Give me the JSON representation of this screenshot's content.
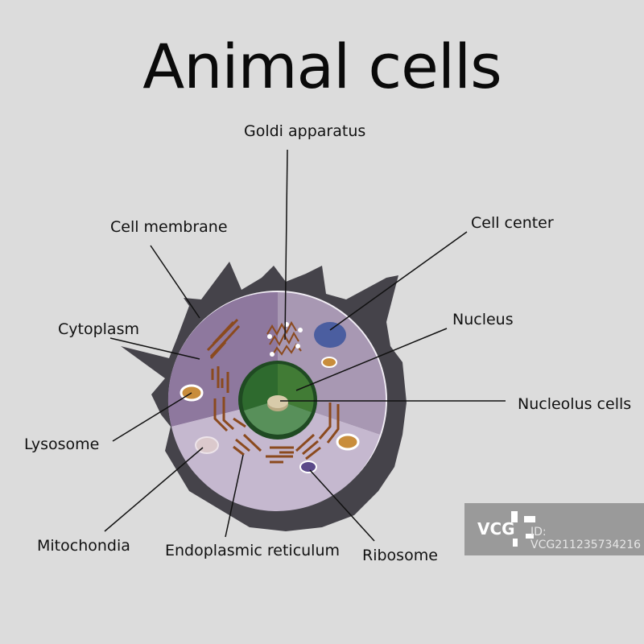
{
  "title": "Animal cells",
  "labels": {
    "golgi": "Goldi apparatus",
    "cell_membrane": "Cell membrane",
    "cell_center": "Cell center",
    "cytoplasm": "Cytoplasm",
    "nucleus": "Nucleus",
    "nucleolus": "Nucleolus cells",
    "lysosome": "Lysosome",
    "mitochondia": "Mitochondia",
    "er": "Endoplasmic reticulum",
    "ribosome": "Ribosome"
  },
  "watermark": {
    "logo": "VCG",
    "id": "ID: VCG211235734216"
  },
  "colors": {
    "membrane": "#45434a",
    "sector_ul": "#8e789e",
    "sector_ur": "#a898b3",
    "sector_bottom": "#c5b8cf",
    "nucleus_ring": "#1f4a22",
    "er": "#8b4a1e"
  }
}
